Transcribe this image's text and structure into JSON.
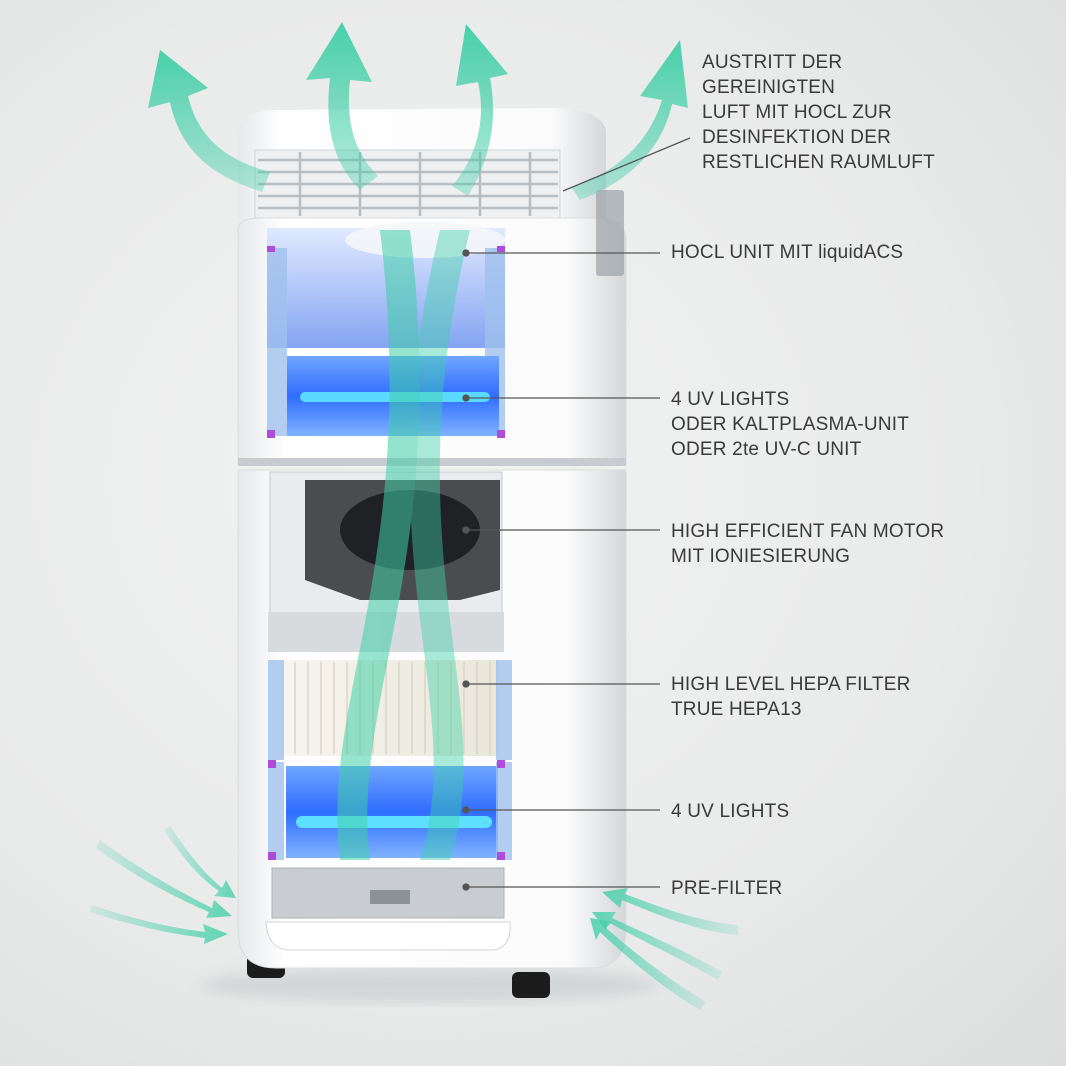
{
  "labels": {
    "outlet": [
      "AUSTRITT DER",
      "GEREINIGTEN",
      "LUFT MIT HOCL ZUR",
      "DESINFEKTION DER",
      "RESTLICHEN RAUMLUFT"
    ],
    "hocl": [
      "HOCL UNIT MIT liquidACS"
    ],
    "uv_top": [
      "4 UV LIGHTS",
      "ODER KALTPLASMA-UNIT",
      "ODER 2te UV-C UNIT"
    ],
    "fan": [
      "HIGH EFFICIENT FAN MOTOR",
      "MIT IONIESIERUNG"
    ],
    "hepa": [
      "HIGH LEVEL HEPA FILTER",
      "TRUE HEPA13"
    ],
    "uv_bottom": [
      "4 UV LIGHTS"
    ],
    "prefilter": [
      "PRE-FILTER"
    ]
  },
  "colors": {
    "airflow": "#3fcfa6",
    "uv_glow": "#2f6dff",
    "uv_tube": "#5fe6ff",
    "body": "#ffffff",
    "accent_purple": "#b04ad8",
    "leader": "#555555"
  },
  "icons": [
    "airflow-arrow",
    "uv-lamp",
    "fan-icon"
  ]
}
